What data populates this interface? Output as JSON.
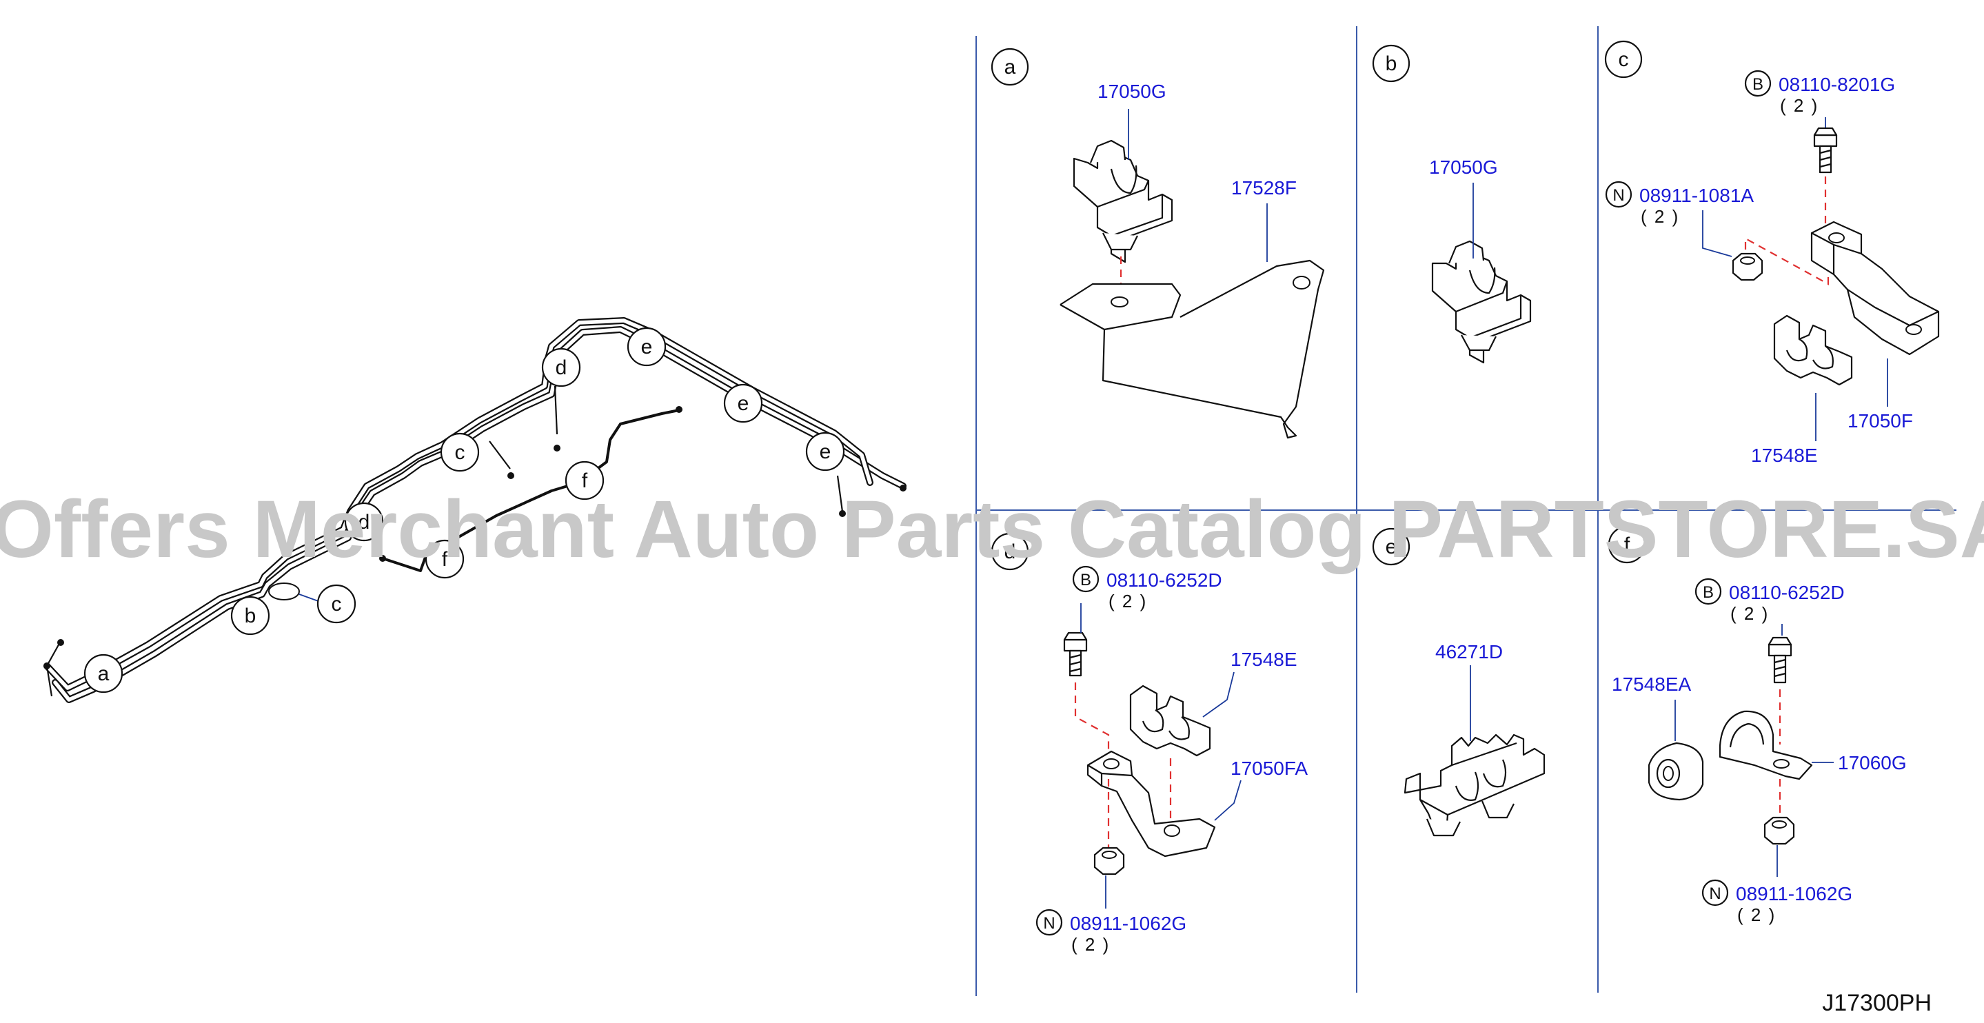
{
  "overview": {
    "callouts": [
      "a",
      "b",
      "c",
      "c",
      "d",
      "e",
      "e",
      "e",
      "f",
      "f"
    ]
  },
  "panels": {
    "a": {
      "id": "a",
      "parts": [
        {
          "pn": "17050G"
        },
        {
          "pn": "17528F"
        }
      ]
    },
    "b": {
      "id": "b",
      "parts": [
        {
          "pn": "17050G"
        }
      ]
    },
    "c": {
      "id": "c",
      "bolt": {
        "mark": "B",
        "pn": "08110-8201G",
        "qty": "( 2 )"
      },
      "nut": {
        "mark": "N",
        "pn": "08911-1081A",
        "qty": "( 2 )"
      },
      "parts": [
        {
          "pn": "17548E"
        },
        {
          "pn": "17050F"
        }
      ]
    },
    "d": {
      "id": "d",
      "bolt": {
        "mark": "B",
        "pn": "08110-6252D",
        "qty": "( 2 )"
      },
      "nut": {
        "mark": "N",
        "pn": "08911-1062G",
        "qty": "( 2 )"
      },
      "parts": [
        {
          "pn": "17548E"
        },
        {
          "pn": "17050FA"
        }
      ]
    },
    "e": {
      "id": "e",
      "parts": [
        {
          "pn": "46271D"
        }
      ]
    },
    "f": {
      "id": "f",
      "bolt": {
        "mark": "B",
        "pn": "08110-6252D",
        "qty": "( 2 )"
      },
      "nut": {
        "mark": "N",
        "pn": "08911-1062G",
        "qty": "( 2 )"
      },
      "parts": [
        {
          "pn": "17548EA"
        },
        {
          "pn": "17060G"
        }
      ]
    }
  },
  "diagram_code": "J17300PH",
  "watermark": "Offers Merchant Auto Parts Catalog PARTSTORE.SA"
}
